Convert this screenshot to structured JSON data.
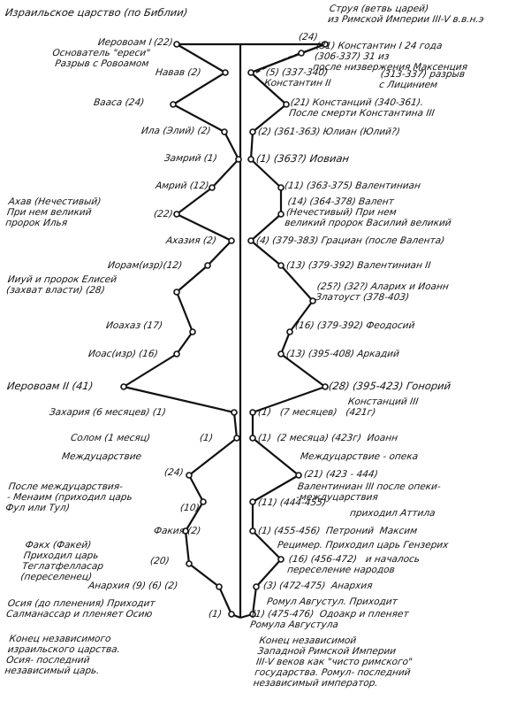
{
  "colors": {
    "ink": "#111111",
    "paper": "#ffffff"
  },
  "left_header": "Израильское царство (по Библии)",
  "right_header": "Струя (ветвь царей)\nиз Римской Империи III-V в.в.н.э",
  "left_entries": [
    {
      "id": "l01",
      "text": "Иеровоам I\nОснователь \"ереси\"\nРазрыв с Ровоамом"
    },
    {
      "id": "l01n",
      "text": "(22)"
    },
    {
      "id": "l02",
      "text": "Навав (2)"
    },
    {
      "id": "l03",
      "text": "Вааса (24)"
    },
    {
      "id": "l04",
      "text": "Ила (Элий) (2)"
    },
    {
      "id": "l05",
      "text": "Замрий (1)"
    },
    {
      "id": "l06",
      "text": "Амрий (12)"
    },
    {
      "id": "l07",
      "text": "Ахав (Нечестивый)\nПри нем великий\nпророк Илья"
    },
    {
      "id": "l07n",
      "text": "(22)"
    },
    {
      "id": "l08",
      "text": "Ахазия (2)"
    },
    {
      "id": "l09",
      "text": "Иорам(изр)(12)"
    },
    {
      "id": "l10",
      "text": "Ииуй и пророк Елисей\n(захват власти) (28)"
    },
    {
      "id": "l11",
      "text": "Иоахаз (17)"
    },
    {
      "id": "l12",
      "text": "Иоас(изр) (16)"
    },
    {
      "id": "l13",
      "text": "Иеровоам II (41)"
    },
    {
      "id": "l14",
      "text": "Захария (6 месяцев) (1)"
    },
    {
      "id": "l15",
      "text": "Солом (1 месяц)"
    },
    {
      "id": "l15n",
      "text": "(1)"
    },
    {
      "id": "l16",
      "text": "Междуцарствие"
    },
    {
      "id": "l16n",
      "text": "(24)"
    },
    {
      "id": "l17",
      "text": "После междуцарствия-\n- Менаим (приходил царь\nФул или Тул)"
    },
    {
      "id": "l17n",
      "text": "(10)"
    },
    {
      "id": "l18",
      "text": "Факия (2)"
    },
    {
      "id": "l19",
      "text": "Факх (Факей)\nПриходил царь\nТеглатфелласар\n(переселенец)"
    },
    {
      "id": "l19n",
      "text": "(20)"
    },
    {
      "id": "l20",
      "text": "Анархия (9) (6) (2)"
    },
    {
      "id": "l21",
      "text": "Осия (до пленения) Приходит\nСалманассар и пленяет Осию"
    },
    {
      "id": "l21n",
      "text": "(1)"
    },
    {
      "id": "l22",
      "text": "Конец независимого\nизраильского царства.\nОсия- последний\nнезависимый царь."
    }
  ],
  "right_entries": [
    {
      "id": "r01n",
      "text": "(24)"
    },
    {
      "id": "r02",
      "text": "(31) Константин I 24 года\n(306-337) 31 из\nпосле низвержения Максенция"
    },
    {
      "id": "r03",
      "text": "(5) (337-340)\nКонстантин II"
    },
    {
      "id": "r03b",
      "text": "(313-337) разрыв\nс Лицинием"
    },
    {
      "id": "r04",
      "text": "(21) Констанций (340-361).\nПосле смерти Константина III"
    },
    {
      "id": "r05",
      "text": "(2) (361-363) Юлиан (Юлий?)"
    },
    {
      "id": "r06",
      "text": "(1) (363?) Иовиан"
    },
    {
      "id": "r07",
      "text": "(11) (363-375) Валентиниан"
    },
    {
      "id": "r08",
      "text": "(14) (364-378) Валент\n(Нечестивый) При нем\nвеликий пророк Василий великий"
    },
    {
      "id": "r09",
      "text": "(4) (379-383) Грациан (после Валента)"
    },
    {
      "id": "r10",
      "text": "(13) (379-392) Валентиниан II"
    },
    {
      "id": "r11",
      "text": "(25?) (32?) Аларих и Иоанн\nЗлатоуст (378-403)"
    },
    {
      "id": "r12",
      "text": "(16) (379-392) Феодосий"
    },
    {
      "id": "r13",
      "text": "(13) (395-408) Аркадий"
    },
    {
      "id": "r14",
      "text": "(28) (395-423) Гонорий"
    },
    {
      "id": "r15",
      "text": "Констанций III"
    },
    {
      "id": "r15b",
      "text": "(1)   (7 месяцев)   (421г)"
    },
    {
      "id": "r16",
      "text": "(1)  (2 месяца) (423г)  Иоанн"
    },
    {
      "id": "r17",
      "text": "Междуцарствие - опека"
    },
    {
      "id": "r17b",
      "text": "(21) (423 - 444)"
    },
    {
      "id": "r18",
      "text": "Валентиниан III после опеки-\n-междуцарствия"
    },
    {
      "id": "r18b",
      "text": "(11) (444-455)"
    },
    {
      "id": "r18c",
      "text": "приходил Аттила"
    },
    {
      "id": "r19",
      "text": "(1) (455-456)  Петроний  Максим"
    },
    {
      "id": "r20",
      "text": "Рецимер. Приходил царь Гензерих"
    },
    {
      "id": "r20b",
      "text": "(16) (456-472)   и началось\nпереселение народов"
    },
    {
      "id": "r21",
      "text": "(3) (472-475)  Анархия"
    },
    {
      "id": "r22",
      "text": "Ромул Августул. Приходит"
    },
    {
      "id": "r22b",
      "text": "(1) (475-476)  Одоакр и пленяет\nРомула Августула"
    },
    {
      "id": "r23",
      "text": "Конец независимой\nЗападной Римской Империи\nIII-V веков как \"чисто римского\"\nгосударства. Ромул- последний\nнезависимый император."
    }
  ]
}
